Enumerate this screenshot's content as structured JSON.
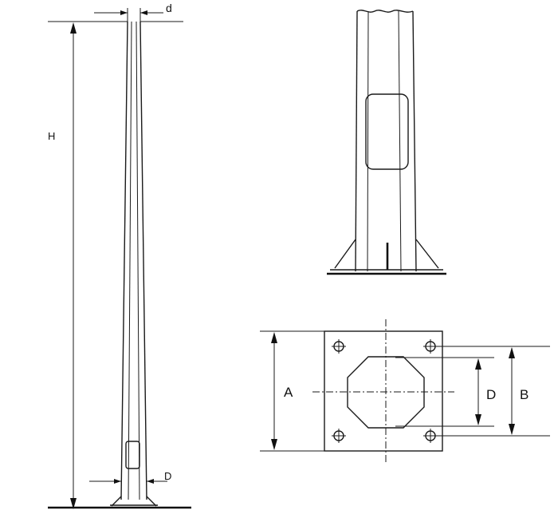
{
  "labels": {
    "height": "H",
    "top_diameter": "d",
    "base_diameter": "D",
    "plate_a": "A",
    "plate_b": "B",
    "plate_d": "D"
  }
}
